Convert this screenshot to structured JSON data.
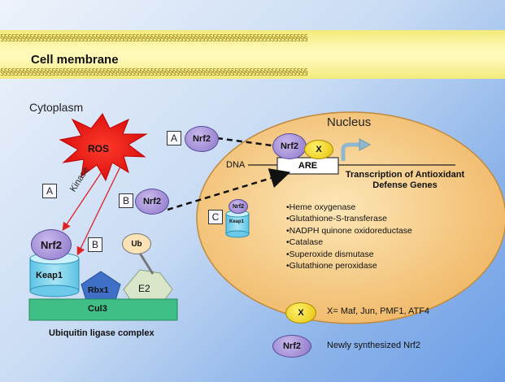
{
  "membrane": {
    "label": "Cell membrane"
  },
  "cytoplasm": {
    "label": "Cytoplasm"
  },
  "nucleus": {
    "label": "Nucleus",
    "dna_label": "DNA",
    "are_label": "ARE",
    "transcription_label": "Transcription of Antioxidant Defense Genes",
    "genes": [
      "•Heme oxygenase",
      "•Glutathione-S-transferase",
      "•NADPH quinone oxidoreductase",
      "•Catalase",
      "•Superoxide dismutase",
      "•Glutathione peroxidase"
    ]
  },
  "ros": {
    "label": "ROS"
  },
  "kinase": {
    "label": "Kinase"
  },
  "pathway_labels": {
    "a": "A",
    "b": "B",
    "c": "C"
  },
  "complex": {
    "nrf2": "Nrf2",
    "keap1": "Keap1",
    "rbx1": "Rbx1",
    "ub": "Ub",
    "e2": "E2",
    "cul3": "Cul3",
    "caption": "Ubiquitin ligase complex"
  },
  "nrf2_label": "Nrf2",
  "keap1_small": "Keap1",
  "nrf2_small": "Nrf2",
  "x_label": "X",
  "legend": {
    "x_symbol": "X",
    "x_text": "X= Maf, Jun, PMF1, ATF4",
    "nrf2_symbol": "Nrf2",
    "nrf2_text": "Newly synthesized Nrf2"
  },
  "colors": {
    "membrane": "#fff9b8",
    "nucleus": "#f5c98a",
    "ros": "#e31b1b",
    "nrf2": "#a28fd6",
    "keap1": "#7fd0ea",
    "rbx1": "#3f6fc7",
    "e2": "#d9e6c8",
    "cul3": "#3fbf86",
    "x_factor": "#f2d21e"
  },
  "icons": {
    "transcription_arrow": "curved-arrow-icon",
    "ros_burst": "starburst-icon"
  }
}
